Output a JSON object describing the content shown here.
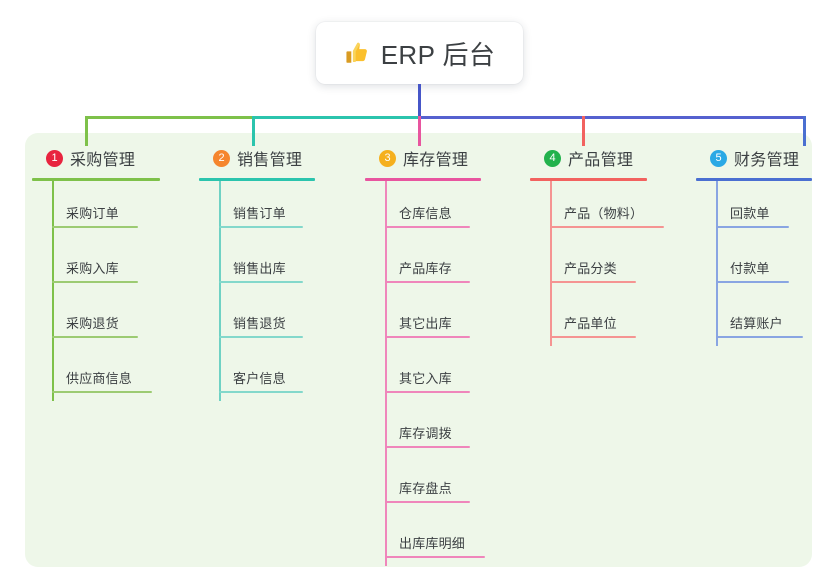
{
  "diagram": {
    "title": "ERP 后台",
    "root": {
      "icon": "thumbs-up-icon",
      "label": "ERP 后台"
    },
    "panel_color": "#eef7e9",
    "branches": [
      {
        "number": "1",
        "title": "采购管理",
        "color": "#7ec14a",
        "badge_color": "#e8243f",
        "leaves": [
          "采购订单",
          "采购入库",
          "采购退货",
          "供应商信息"
        ]
      },
      {
        "number": "2",
        "title": "销售管理",
        "color": "#2bc4ad",
        "badge_color": "#f5862e",
        "leaves": [
          "销售订单",
          "销售出库",
          "销售退货",
          "客户信息"
        ]
      },
      {
        "number": "3",
        "title": "库存管理",
        "color": "#e8559f",
        "badge_color": "#f5b01e",
        "leaves": [
          "仓库信息",
          "产品库存",
          "其它出库",
          "其它入库",
          "库存调拨",
          "库存盘点",
          "出库库明细"
        ]
      },
      {
        "number": "4",
        "title": "产品管理",
        "color": "#f2625f",
        "badge_color": "#22b24c",
        "leaves": [
          "产品（物料）",
          "产品分类",
          "产品单位"
        ]
      },
      {
        "number": "5",
        "title": "财务管理",
        "color": "#4a6fd1",
        "badge_color": "#2aa9e5",
        "leaves": [
          "回款单",
          "付款单",
          "结算账户"
        ]
      }
    ],
    "trunk": {
      "stem_color": "#4656c8",
      "segments": [
        {
          "from": "branch-1",
          "to": "branch-2",
          "color": "#7ec14a"
        },
        {
          "from": "branch-2",
          "to": "branch-3",
          "color": "#2bc4ad"
        },
        {
          "from": "branch-3",
          "to": "branch-5",
          "color": "#5561cf"
        }
      ]
    }
  }
}
